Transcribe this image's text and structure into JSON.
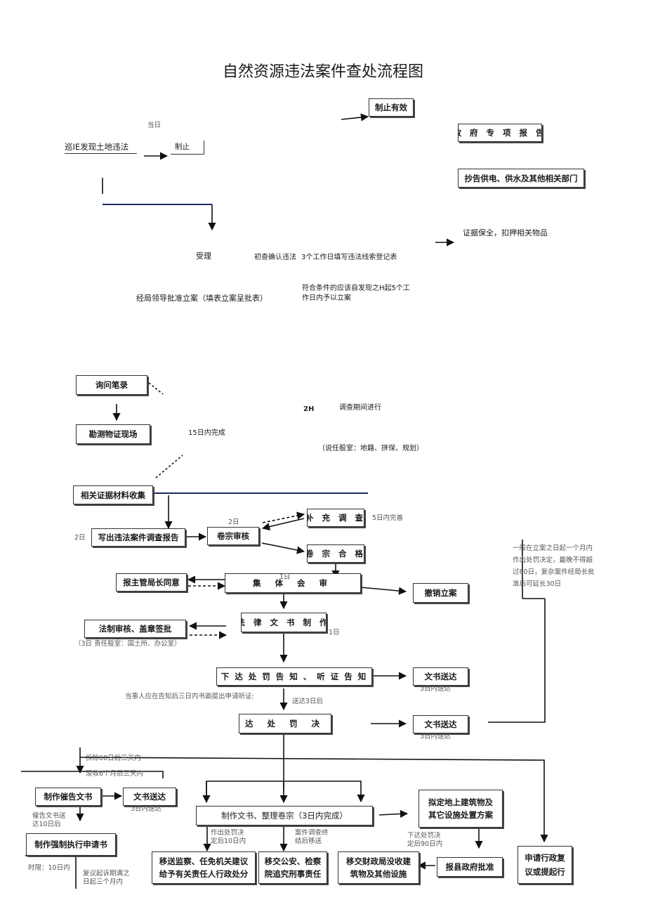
{
  "title": "自然资源违法案件查处流程图",
  "top": {
    "dangri": "当日",
    "patrol": "巡IE发现土地违法",
    "stop_small": "制止",
    "stop_effective": "制止有效",
    "gov_report": "政 府 专 项 报 告",
    "notify_depts": "抄告供电、供水及其他相关部门",
    "evidence": "证据保全，扣押相关物品",
    "accept": "受理",
    "initial_check": "初查确认违法",
    "three_days": "3个工作日填写违法线索登记表",
    "approval": "经局领导批准立案（填表立案呈批表）",
    "qualify_1": "符合条件的应该自发现之H起5个工",
    "qualify_2": "作日内予以立案"
  },
  "investigation": {
    "inquiry": "询问笔录",
    "survey": "勘测物证现场",
    "fifteen": "15日内完成",
    "two_h": "2H",
    "during": "调查期间进行",
    "responsible": "（说任股室：地籍、拼保、规划）",
    "collect": "相关证据材料收集"
  },
  "review": {
    "report": "写出违法案件调查报告",
    "left_2days": "2日",
    "mid_2days": "2日",
    "file_review": "卷宗审核",
    "supplement": "补 充 调 查",
    "five_days": "5日内完善",
    "file_ok": "卷 宗 合 格",
    "report_director": "报主管局长同意",
    "collective": "集 体 会 审",
    "one_day_a": "1日",
    "revoke": "撤销立案",
    "legal_review": "法制审核、盖章签批",
    "legal_note": "（3日 责任股室：国土所、办公室）",
    "legal_doc": "法 律 文 书 制 作",
    "one_day_b": "1日"
  },
  "side_note": [
    "一般在立案之日起一个月内",
    "作出处罚决定，最晚不得超",
    "过60日，复杂案件经局长批",
    "准后可延长30日"
  ],
  "penalty": {
    "notice": "下 达 处 罚 告 知 、 听 证 告 知",
    "deliver_a": "文书送达",
    "deliver_a_note": "3日内送达",
    "party_note": "当事人应在告知后三日内书面提出申请听证:",
    "send_three": "送达3日后",
    "decision": "下 达 处 罚 决 定",
    "deliver_b": "文书送达",
    "deliver_b_note": "3日内送达"
  },
  "bottom": {
    "dismantle_note": "拆除60日后三天内",
    "confiscate_note": "没收6个月后三天内",
    "urge_doc": "制作催告文书",
    "urge_deliver": "文书送达",
    "urge_deliver_note": "3日内送达",
    "urge_after_1": "催告文书送",
    "urge_after_2": "达10日后",
    "enforce": "制作强制执行申请书",
    "time_limit": "时限：10日内",
    "review_note_1": "复议起诉期满之",
    "review_note_2": "日起三个月内",
    "make_docs": "制作文书、整理卷宗（3日内完成）",
    "disposal_plan_1": "拟定地上建筑物及",
    "disposal_plan_2": "其它设施处置方案",
    "decide_1": "作出处罚决",
    "decide_2": "定后10日内",
    "transfer_1": "案件调查终",
    "transfer_2": "结后移送",
    "issue_1": "下达处罚决",
    "issue_2": "定后90日内",
    "county_approve": "报县政府批准",
    "supervision_1": "移送监察、任免机关建议",
    "supervision_2": "给予有关责任人行政处分",
    "police_1": "移交公安、检察",
    "police_2": "院追究刑事责任",
    "finance_1": "移交财政局没收建",
    "finance_2": "筑物及其他设施",
    "appeal_1": "申请行政复",
    "appeal_2": "议或提起行"
  }
}
